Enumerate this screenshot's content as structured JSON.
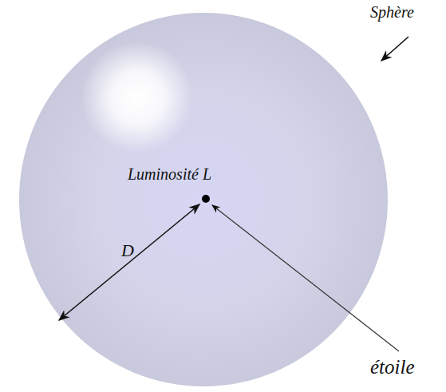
{
  "diagram": {
    "labels": [
      "Sphère",
      "Luminosité L",
      "D",
      "étoile"
    ]
  }
}
